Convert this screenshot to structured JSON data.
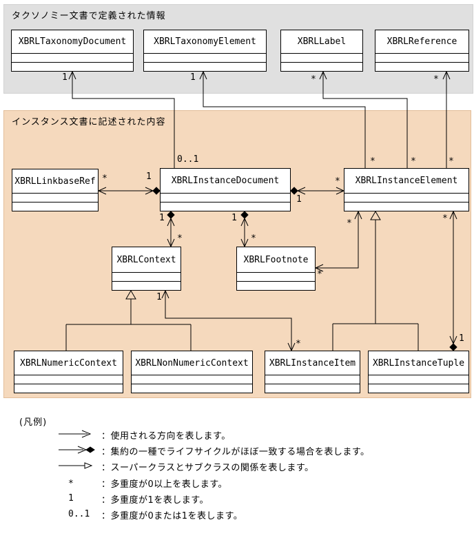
{
  "regions": {
    "taxonomy": {
      "title": "タクソノミー文書で定義された情報"
    },
    "instance": {
      "title": "インスタンス文書に記述された内容"
    }
  },
  "classes": {
    "taxonomy_document": "XBRLTaxonomyDocument",
    "taxonomy_element": "XBRLTaxonomyElement",
    "label": "XBRLLabel",
    "reference": "XBRLReference",
    "linkbase_ref": "XBRLLinkbaseRef",
    "instance_document": "XBRLInstanceDocument",
    "instance_element": "XBRLInstanceElement",
    "context": "XBRLContext",
    "footnote": "XBRLFootnote",
    "numeric_context": "XBRLNumericContext",
    "non_numeric_context": "XBRLNonNumericContext",
    "instance_item": "XBRLInstanceItem",
    "instance_tuple": "XBRLInstanceTuple"
  },
  "multiplicities": {
    "taxonomy_document_end": "1",
    "taxonomy_element_end": "1",
    "label_end": "*",
    "reference_end": "*",
    "element_top_from_taxonomy_element": "*",
    "element_top_from_label": "*",
    "element_top_from_reference": "*",
    "document_top": "0..1",
    "linkbase_ref_end": "*",
    "document_linkbase_end": "1",
    "element_left_end": "*",
    "document_right_end": "1",
    "document_context_end": "1",
    "context_top_end": "*",
    "document_footnote_end": "1",
    "footnote_top_end": "*",
    "element_footnote_end": "*",
    "footnote_right_end": "*",
    "context_bottom_end": "1",
    "instance_item_top_end": "*",
    "element_tuple_end": "*",
    "instance_tuple_top_end": "1"
  },
  "legend": {
    "title": "(凡例)",
    "items": [
      {
        "symbol": "arrow",
        "mark": "",
        "text": "：使用される方向を表します。"
      },
      {
        "symbol": "arrow-diamond",
        "mark": "",
        "text": "：集約の一種でライフサイクルがほぼ一致する場合を表します。"
      },
      {
        "symbol": "arrow-triangle",
        "mark": "",
        "text": "：スーパークラスとサブクラスの関係を表します。"
      },
      {
        "symbol": "asterisk",
        "mark": "*",
        "text": "：多重度が0以上を表します。"
      },
      {
        "symbol": "one",
        "mark": "1",
        "text": "：多重度が1を表します。"
      },
      {
        "symbol": "zero-or-one",
        "mark": "0..1",
        "text": "：多重度が0または1を表します。"
      }
    ]
  },
  "colors": {
    "taxonomy_region_bg": "#e0e0e0",
    "instance_region_bg": "#f5d9bd",
    "line": "#000000",
    "box_bg": "#ffffff"
  }
}
